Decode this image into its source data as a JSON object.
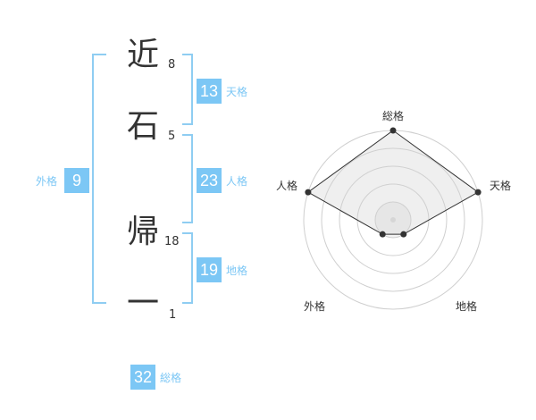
{
  "name": {
    "chars": [
      {
        "char": "近",
        "strokes": "8"
      },
      {
        "char": "石",
        "strokes": "5"
      },
      {
        "char": "帰",
        "strokes": "18"
      },
      {
        "char": "一",
        "strokes": "1"
      }
    ]
  },
  "fortunes": {
    "tenkaku": {
      "label": "天格",
      "value": "13"
    },
    "jinkaku": {
      "label": "人格",
      "value": "23"
    },
    "chikaku": {
      "label": "地格",
      "value": "19"
    },
    "gaikaku": {
      "label": "外格",
      "value": "9"
    },
    "soukaku": {
      "label": "総格",
      "value": "32"
    }
  },
  "colors": {
    "accent": "#7cc7f5",
    "bracket": "#8fcdf2",
    "text": "#333333"
  },
  "chart_data": {
    "type": "radar",
    "axes": [
      "総格",
      "天格",
      "地格",
      "外格",
      "人格"
    ],
    "values": [
      5,
      5,
      1,
      1,
      5
    ],
    "rmax": 5,
    "rings": 5
  }
}
